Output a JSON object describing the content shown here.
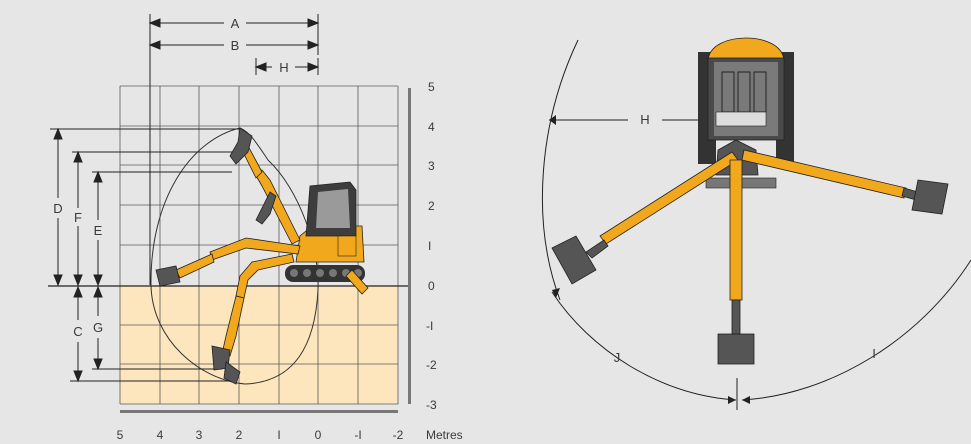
{
  "colors": {
    "background": "#e6e6e6",
    "dig_zone": "#fde6bd",
    "machine_yellow": "#f2a81d",
    "machine_dark": "#333333",
    "grid": "#555555",
    "line": "#222222"
  },
  "side_view": {
    "dimension_labels": [
      "A",
      "B",
      "H",
      "D",
      "F",
      "E",
      "C",
      "G"
    ],
    "y_axis_ticks": [
      "5",
      "4",
      "3",
      "2",
      "I",
      "0",
      "-I",
      "-2",
      "-3"
    ],
    "x_axis_ticks": [
      "5",
      "4",
      "3",
      "2",
      "I",
      "0",
      "-I",
      "-2"
    ],
    "x_axis_unit": "Metres"
  },
  "top_view": {
    "dimension_labels": [
      "H",
      "J",
      "I"
    ]
  }
}
